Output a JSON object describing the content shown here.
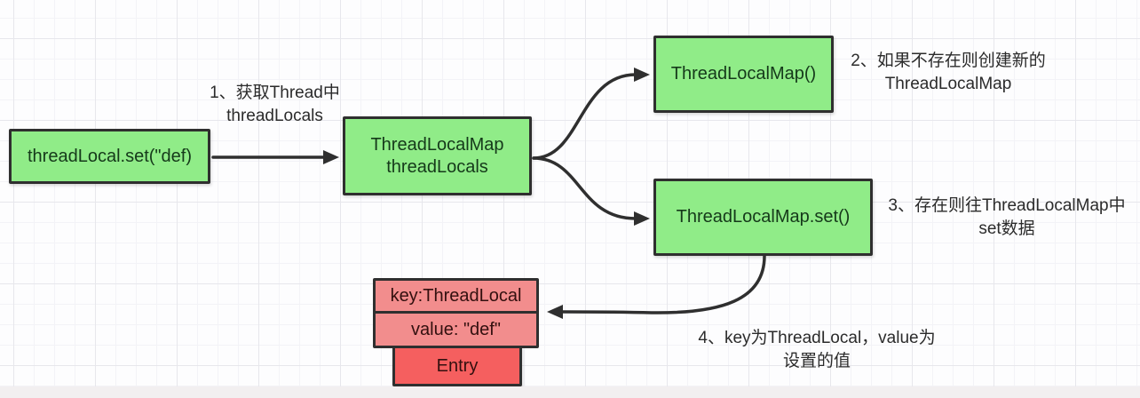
{
  "nodes": {
    "start": {
      "label": "threadLocal.set(\"def)"
    },
    "thread_map": {
      "line1": "ThreadLocalMap",
      "line2": "threadLocals"
    },
    "ctor": {
      "label": "ThreadLocalMap()"
    },
    "set": {
      "label": "ThreadLocalMap.set()"
    },
    "entry": {
      "key": "key:ThreadLocal",
      "value": "value: \"def\"",
      "label": "Entry"
    }
  },
  "annotations": {
    "step1": {
      "line1": "1、获取Thread中",
      "line2": "threadLocals"
    },
    "step2": {
      "line1": "2、如果不存在则创建新的",
      "line2": "ThreadLocalMap"
    },
    "step3": {
      "line1": "3、存在则往ThreadLocalMap中",
      "line2": "set数据"
    },
    "step4": {
      "line1": "4、key为ThreadLocal，value为",
      "line2": "设置的值"
    }
  },
  "colors": {
    "node_green": "#90ec88",
    "node_pink": "#f28d8d",
    "node_red": "#f55f5f",
    "border_stroke": "#2f2f2f",
    "annotation_text": "#2b2b2b"
  }
}
